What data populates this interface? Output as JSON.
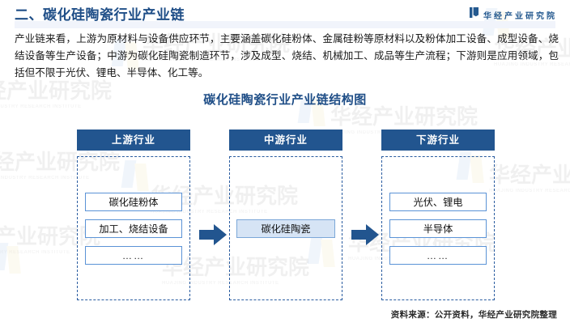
{
  "header": {
    "title": "二、碳化硅陶瓷行业产业链",
    "logo_text": "华经产业研究院",
    "logo_icon": "book-mark-icon",
    "accent_color": "#1f4e87"
  },
  "paragraph": {
    "text": "产业链来看，上游为原材料与设备供应环节，主要涵盖碳化硅粉体、金属硅粉等原材料以及粉体加工设备、成型设备、烧结设备等生产设备；中游为碳化硅陶瓷制造环节，涉及成型、烧结、机械加工、成品等生产流程；下游则是应用领域，包括但不限于光伏、锂电、半导体、化工等。"
  },
  "chart": {
    "title": "碳化硅陶瓷行业产业链结构图",
    "header_bg": "#22558f",
    "node_border": "#5b93d6",
    "node_fill": "#d6e4f5",
    "dashed_border": "#2a5ca0",
    "arrow_color": "#22558f"
  },
  "chart_data": {
    "type": "diagram",
    "title": "碳化硅陶瓷行业产业链结构图",
    "columns": [
      {
        "header": "上游行业",
        "nodes": [
          {
            "label": "碳化硅粉体",
            "filled": false
          },
          {
            "label": "加工、烧结设备",
            "filled": false
          },
          {
            "label": "……",
            "filled": false
          }
        ]
      },
      {
        "header": "中游行业",
        "nodes": [
          {
            "label": "碳化硅陶瓷",
            "filled": true
          }
        ]
      },
      {
        "header": "下游行业",
        "nodes": [
          {
            "label": "光伏、锂电",
            "filled": false
          },
          {
            "label": "半导体",
            "filled": false
          },
          {
            "label": "……",
            "filled": false
          }
        ]
      }
    ],
    "connectors": [
      {
        "from": "上游行业",
        "to": "中游行业",
        "icon": "right-arrow-icon"
      },
      {
        "from": "中游行业",
        "to": "下游行业",
        "icon": "right-arrow-icon"
      }
    ]
  },
  "footer": {
    "source": "资料来源：公开资料，华经产业研究院整理"
  },
  "watermark": {
    "text": "华经产业研究院",
    "subtext": "HUAJING INDUSTRY RESEARCH INSTITUTE"
  }
}
